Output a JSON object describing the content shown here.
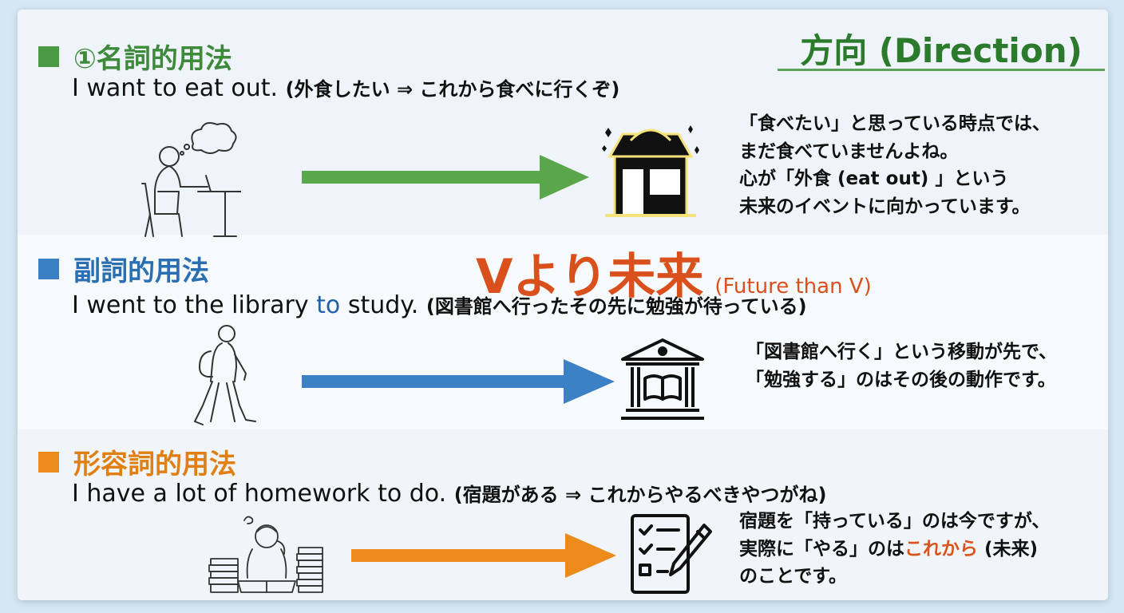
{
  "top_label": "方向 (Direction)",
  "center": {
    "main": "Vより未来",
    "sub": "(Future than V)"
  },
  "sections": [
    {
      "heading": "①名詞的用法",
      "sentence": "I want to eat out.",
      "note": "(外食したい ⇒ これから食べに行くぞ)",
      "explanation": [
        "「食べたい」と思っている時点では、",
        "まだ食べていませんよね。",
        "心が「外食 (eat out) 」という",
        "未来のイベントに向かっています。"
      ],
      "color": "#4a9a44",
      "left_icon": "thinking-person-at-table-icon",
      "right_icon": "restaurant-store-icon"
    },
    {
      "heading": "副詞的用法",
      "sentence_before": "I went to the library ",
      "sentence_highlight": "to",
      "sentence_after": " study.",
      "note": "(図書館へ行ったその先に勉強が待っている)",
      "explanation": [
        "「図書館へ行く」という移動が先で、",
        "「勉強する」のはその後の動作です。"
      ],
      "color": "#3a7fc4",
      "left_icon": "walking-student-icon",
      "right_icon": "library-building-icon"
    },
    {
      "heading": "形容詞的用法",
      "sentence": "I have a lot of homework to do.",
      "note": "(宿題がある ⇒ これからやるべきやつがね)",
      "explanation_line1": "宿題を「持っている」のは今ですが、",
      "explanation_line2_before": "実際に「やる」のは",
      "explanation_line2_highlight": "これから",
      "explanation_line2_after": " (未来)",
      "explanation_line3": "のことです。",
      "color": "#ec8a1a",
      "left_icon": "stressed-student-with-books-icon",
      "right_icon": "checklist-pencil-icon"
    }
  ]
}
